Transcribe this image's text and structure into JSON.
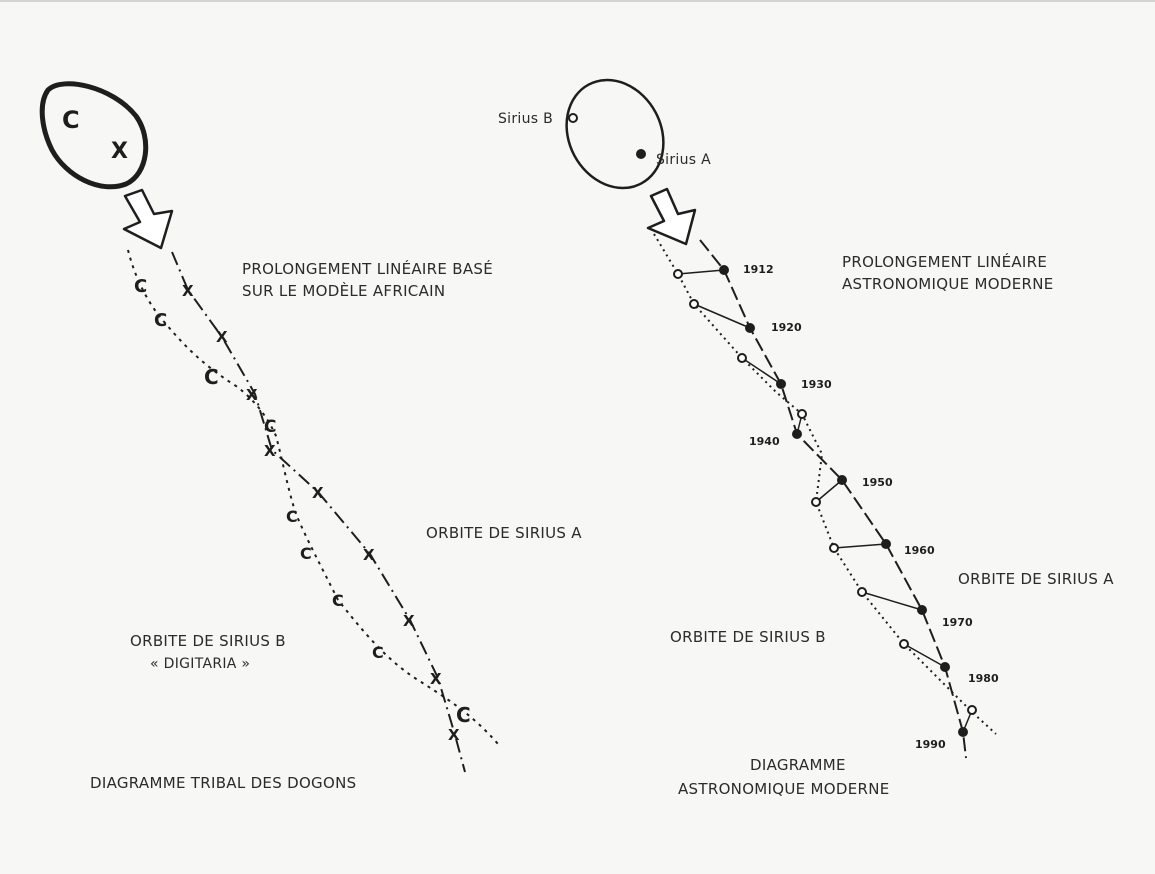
{
  "left": {
    "prolongement_line1": "PROLONGEMENT LINÉAIRE BASÉ",
    "prolongement_line2": "SUR LE MODÈLE AFRICAIN",
    "orbit_a_label": "ORBITE DE SIRIUS A",
    "orbit_b_line1": "ORBITE DE SIRIUS B",
    "orbit_b_line2": "« DIGITARIA »",
    "caption": "DIAGRAMME TRIBAL DES DOGONS"
  },
  "right": {
    "sirius_b_label": "Sirius B",
    "sirius_a_label": "Sirius A",
    "prolongement_line1": "PROLONGEMENT LINÉAIRE",
    "prolongement_line2": "ASTRONOMIQUE MODERNE",
    "orbit_a_label": "ORBITE DE SIRIUS A",
    "orbit_b_label": "ORBITE DE SIRIUS B",
    "caption_line1": "DIAGRAMME",
    "caption_line2": "ASTRONOMIQUE MODERNE",
    "years": [
      "1912",
      "1920",
      "1930",
      "1940",
      "1950",
      "1960",
      "1970",
      "1980",
      "1990"
    ]
  }
}
